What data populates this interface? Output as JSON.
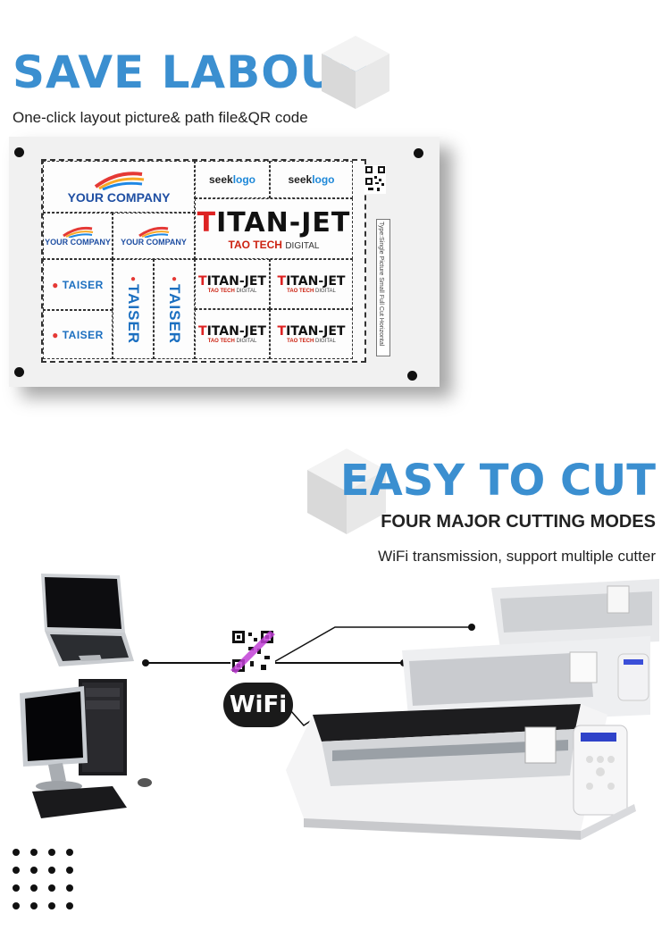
{
  "section1": {
    "heading": "SAVE LABOUR",
    "subtitle": "One-click layout picture& path file&QR code",
    "sheet": {
      "your_company": "YOUR COMPANY",
      "seeklogo_a": "seek",
      "seeklogo_b": "logo",
      "taiser": "TAISER",
      "titan_a": "T",
      "titan_b": "ITAN-JET",
      "taotech_a": "TAO TECH",
      "taotech_b": "DIGITAL",
      "label_text": "Type:Single Picture  Small Full Cut  Horizontal"
    }
  },
  "section2": {
    "heading": "EASY TO CUT",
    "subheading": "FOUR MAJOR CUTTING MODES",
    "description": "WiFi transmission, support multiple cutter",
    "wifi_label": "WiFi"
  },
  "colors": {
    "accent": "#3b8fd0",
    "text": "#222222"
  }
}
